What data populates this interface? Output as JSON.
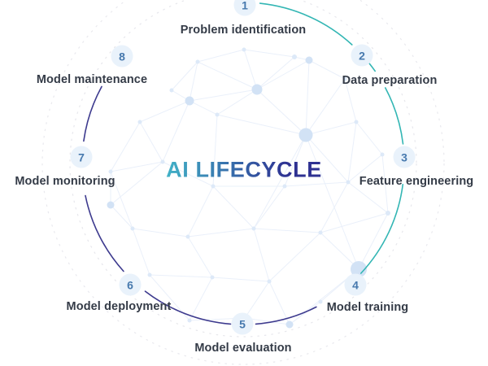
{
  "title": "AI LIFECYCLE",
  "stages": [
    {
      "number": "1",
      "label": "Problem identification"
    },
    {
      "number": "2",
      "label": "Data preparation"
    },
    {
      "number": "3",
      "label": "Feature engineering"
    },
    {
      "number": "4",
      "label": "Model training"
    },
    {
      "number": "5",
      "label": "Model evaluation"
    },
    {
      "number": "6",
      "label": "Model deployment"
    },
    {
      "number": "7",
      "label": "Model monitoring"
    },
    {
      "number": "8",
      "label": "Model maintenance"
    }
  ],
  "colors": {
    "teal_arc": "#33b6b4",
    "navy_arc": "#3d3a8e",
    "stage_number": "#4779ae",
    "stage_badge_bg": "#e9f2fb",
    "label_text": "#343b47",
    "title_gradient_start": "#41b2c7",
    "title_gradient_end": "#2e3192"
  }
}
